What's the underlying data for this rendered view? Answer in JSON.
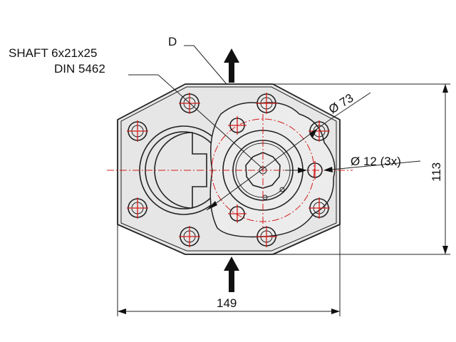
{
  "drawing": {
    "shaft_label_line1": "SHAFT 6x21x25",
    "shaft_label_line2": "DIN 5462",
    "port_label": "D",
    "flange_diameter": "Ø 73",
    "hole_diameter": "Ø 12 (3x)",
    "height_dimension": "113",
    "width_dimension": "149"
  },
  "colors": {
    "outline": "#222222",
    "centerline": "#d41c1c",
    "body_fill": "#e6e6e6"
  }
}
